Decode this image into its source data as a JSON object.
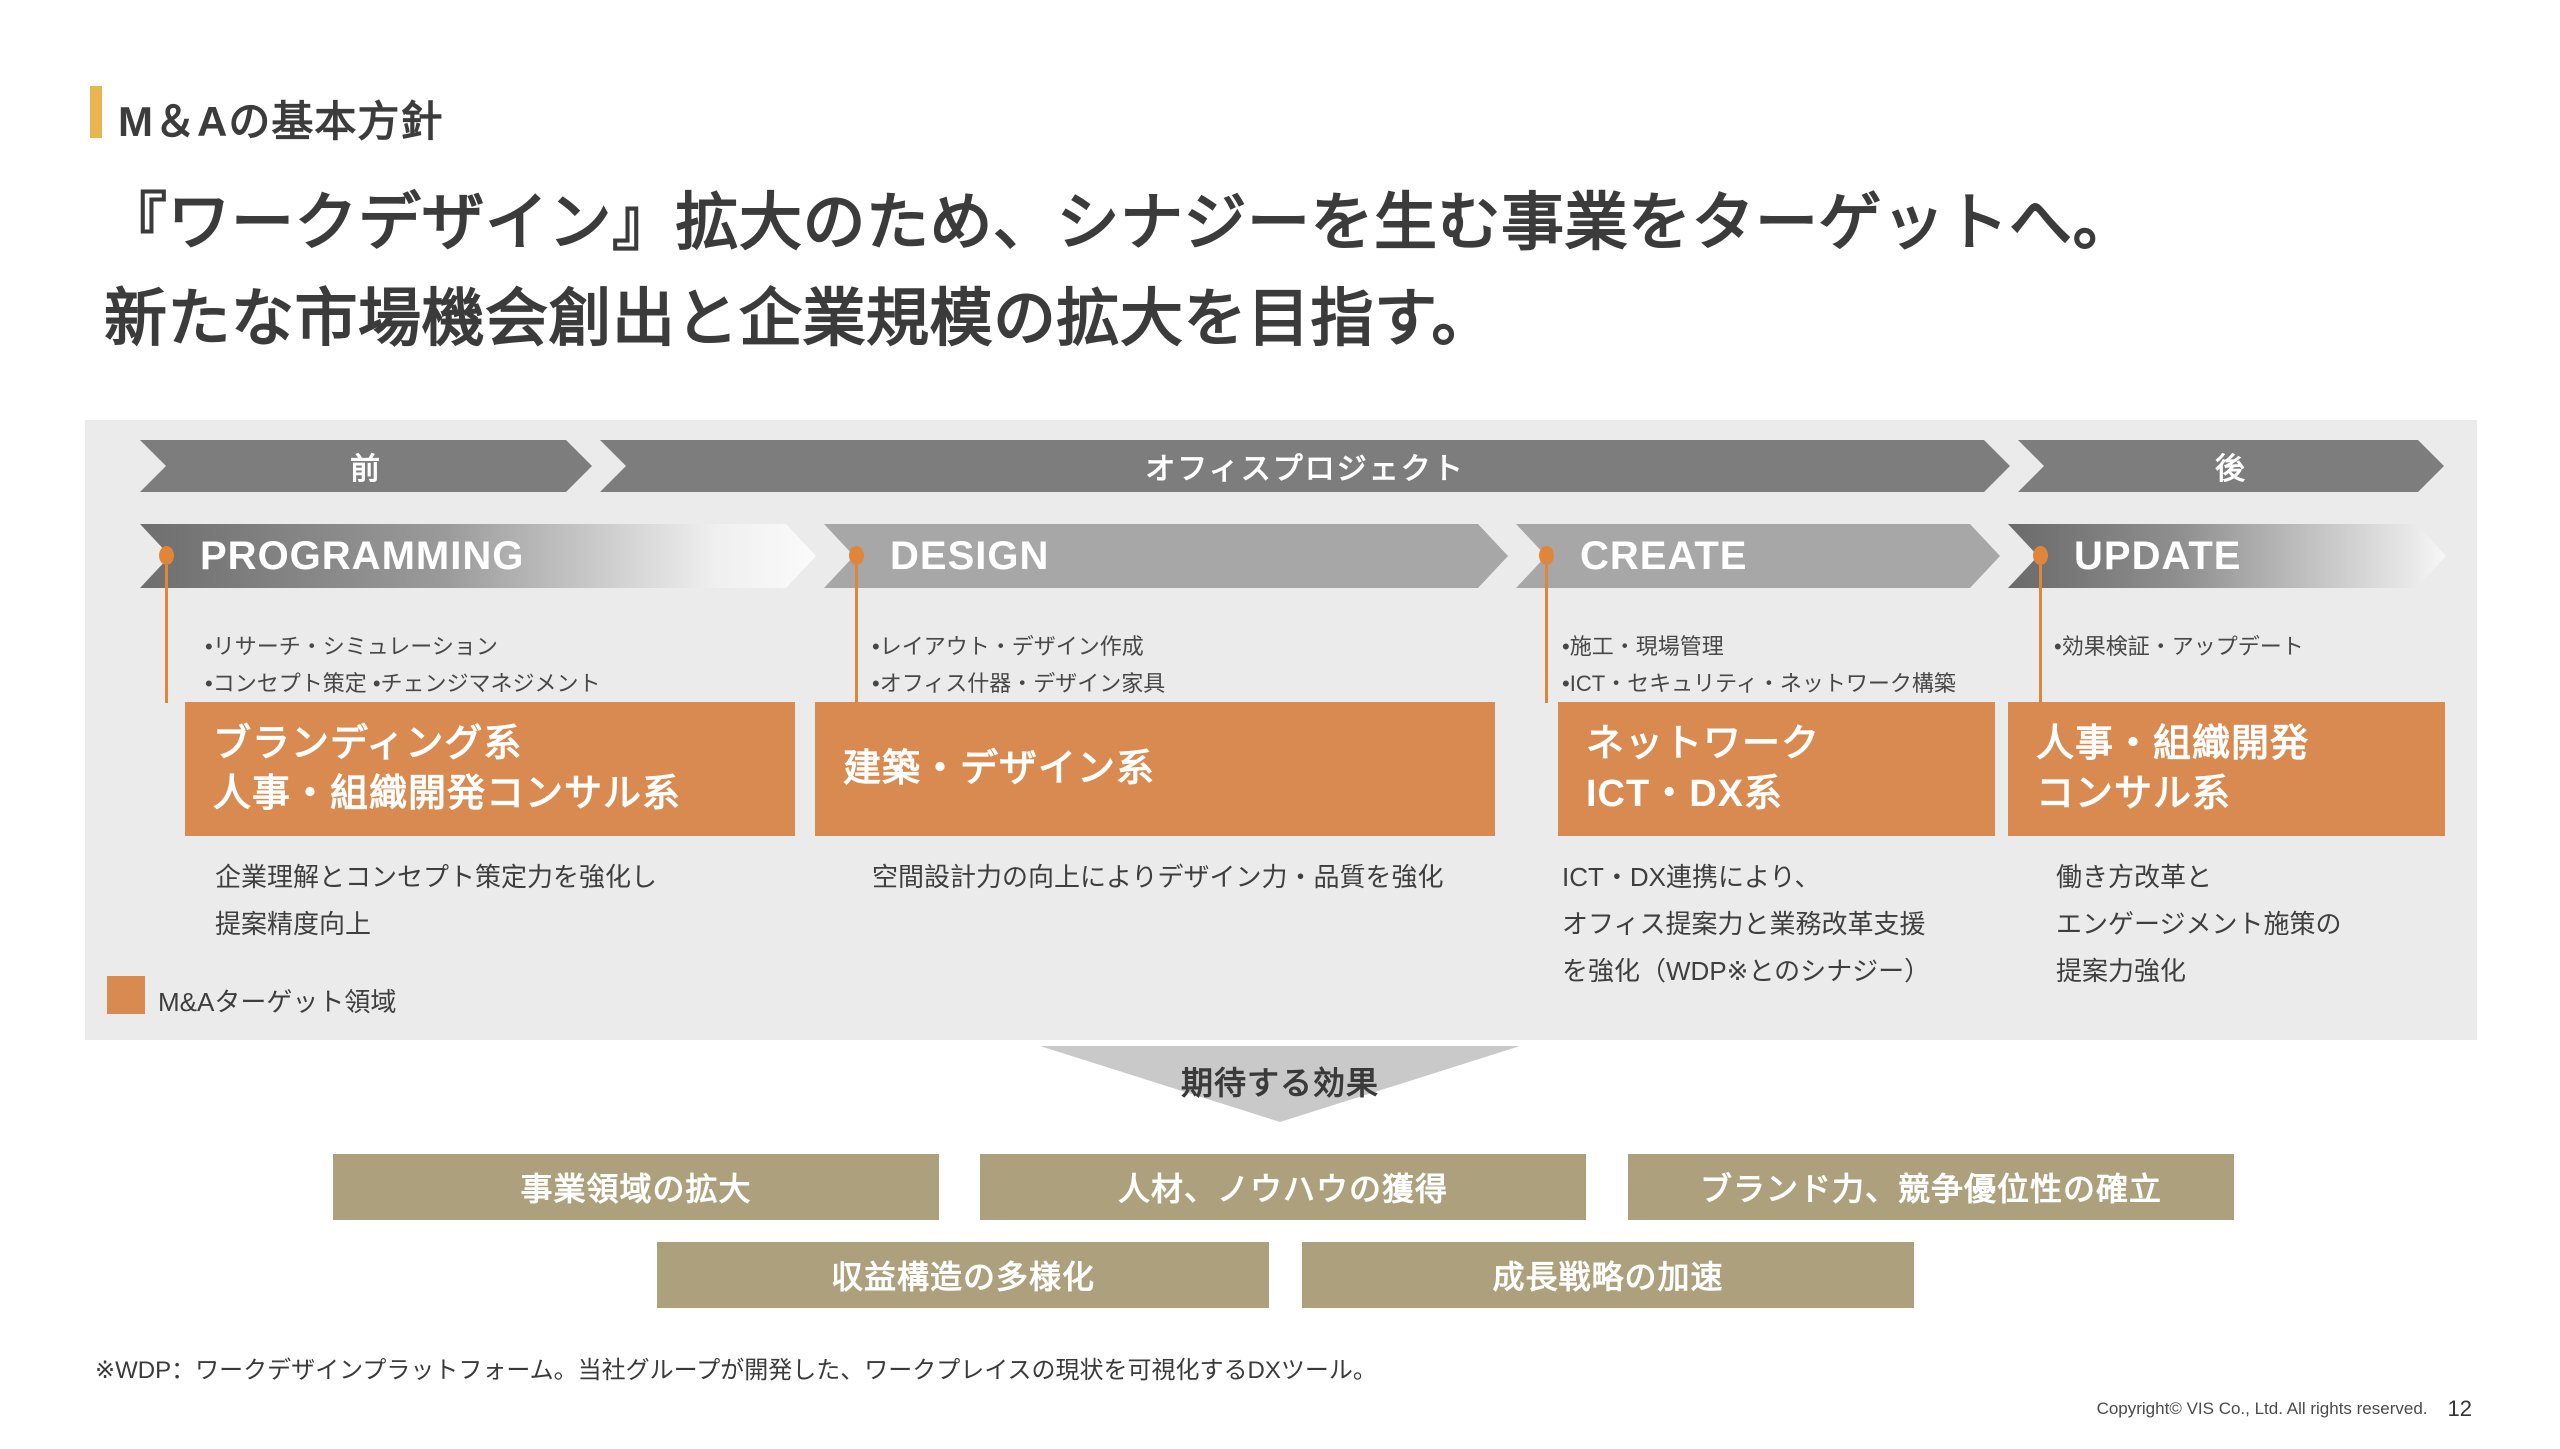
{
  "header": {
    "section_title": "M＆Aの基本方針",
    "headline": "『ワークデザイン』拡大のため、シナジーを生む事業をターゲットへ。\n新たな市場機会創出と企業規模の拡大を目指す。"
  },
  "timeline": {
    "stages": [
      {
        "label": "前"
      },
      {
        "label": "オフィスプロジェクト"
      },
      {
        "label": "後"
      }
    ]
  },
  "phases": [
    {
      "label": "PROGRAMMING",
      "bullets": "•リサーチ・シミュレーション\n•コンセプト策定 •チェンジマネジメント",
      "target": "ブランディング系\n人事・組織開発コンサル系",
      "description": "企業理解とコンセプト策定力を強化し\n提案精度向上"
    },
    {
      "label": "DESIGN",
      "bullets": "•レイアウト・デザイン作成\n•オフィス什器・デザイン家具",
      "target": "建築・デザイン系",
      "description": "空間設計力の向上によりデザイン力・品質を強化"
    },
    {
      "label": "CREATE",
      "bullets": "•施工・現場管理\n•ICT・セキュリティ・ネットワーク構築",
      "target": "ネットワーク\nICT・DX系",
      "description": "ICT・DX連携により、\nオフィス提案力と業務改革支援\nを強化（WDP※とのシナジー）"
    },
    {
      "label": "UPDATE",
      "bullets": "•効果検証・アップデート",
      "target": "人事・組織開発\nコンサル系",
      "description": "働き方改革と\nエンゲージメント施策の\n提案力強化"
    }
  ],
  "legend": {
    "label": "M&Aターゲット領域"
  },
  "effects": {
    "title": "期待する効果",
    "items_row1": [
      "事業領域の拡大",
      "人材、ノウハウの獲得",
      "ブランド力、競争優位性の確立"
    ],
    "items_row2": [
      "収益構造の多様化",
      "成長戦略の加速"
    ]
  },
  "footnote": "※WDP：ワークデザインプラットフォーム。当社グループが開発した、ワークプレイスの現状を可視化するDXツール。",
  "footer": {
    "copyright": "Copyright© VIS Co., Ltd. All rights reserved.",
    "page_number": "12"
  },
  "colors": {
    "accent_gold": "#EAB54E",
    "target_orange": "#D98A50",
    "pin_orange": "#E0863B",
    "stage_gray": "#7D7D7D",
    "phase_gray": "#A7A7A7",
    "panel_gray": "#EBEBEB",
    "benefit_khaki": "#ADA07C",
    "triangle_gray": "#C9C9C9",
    "text_dark": "#3B3B3B"
  }
}
